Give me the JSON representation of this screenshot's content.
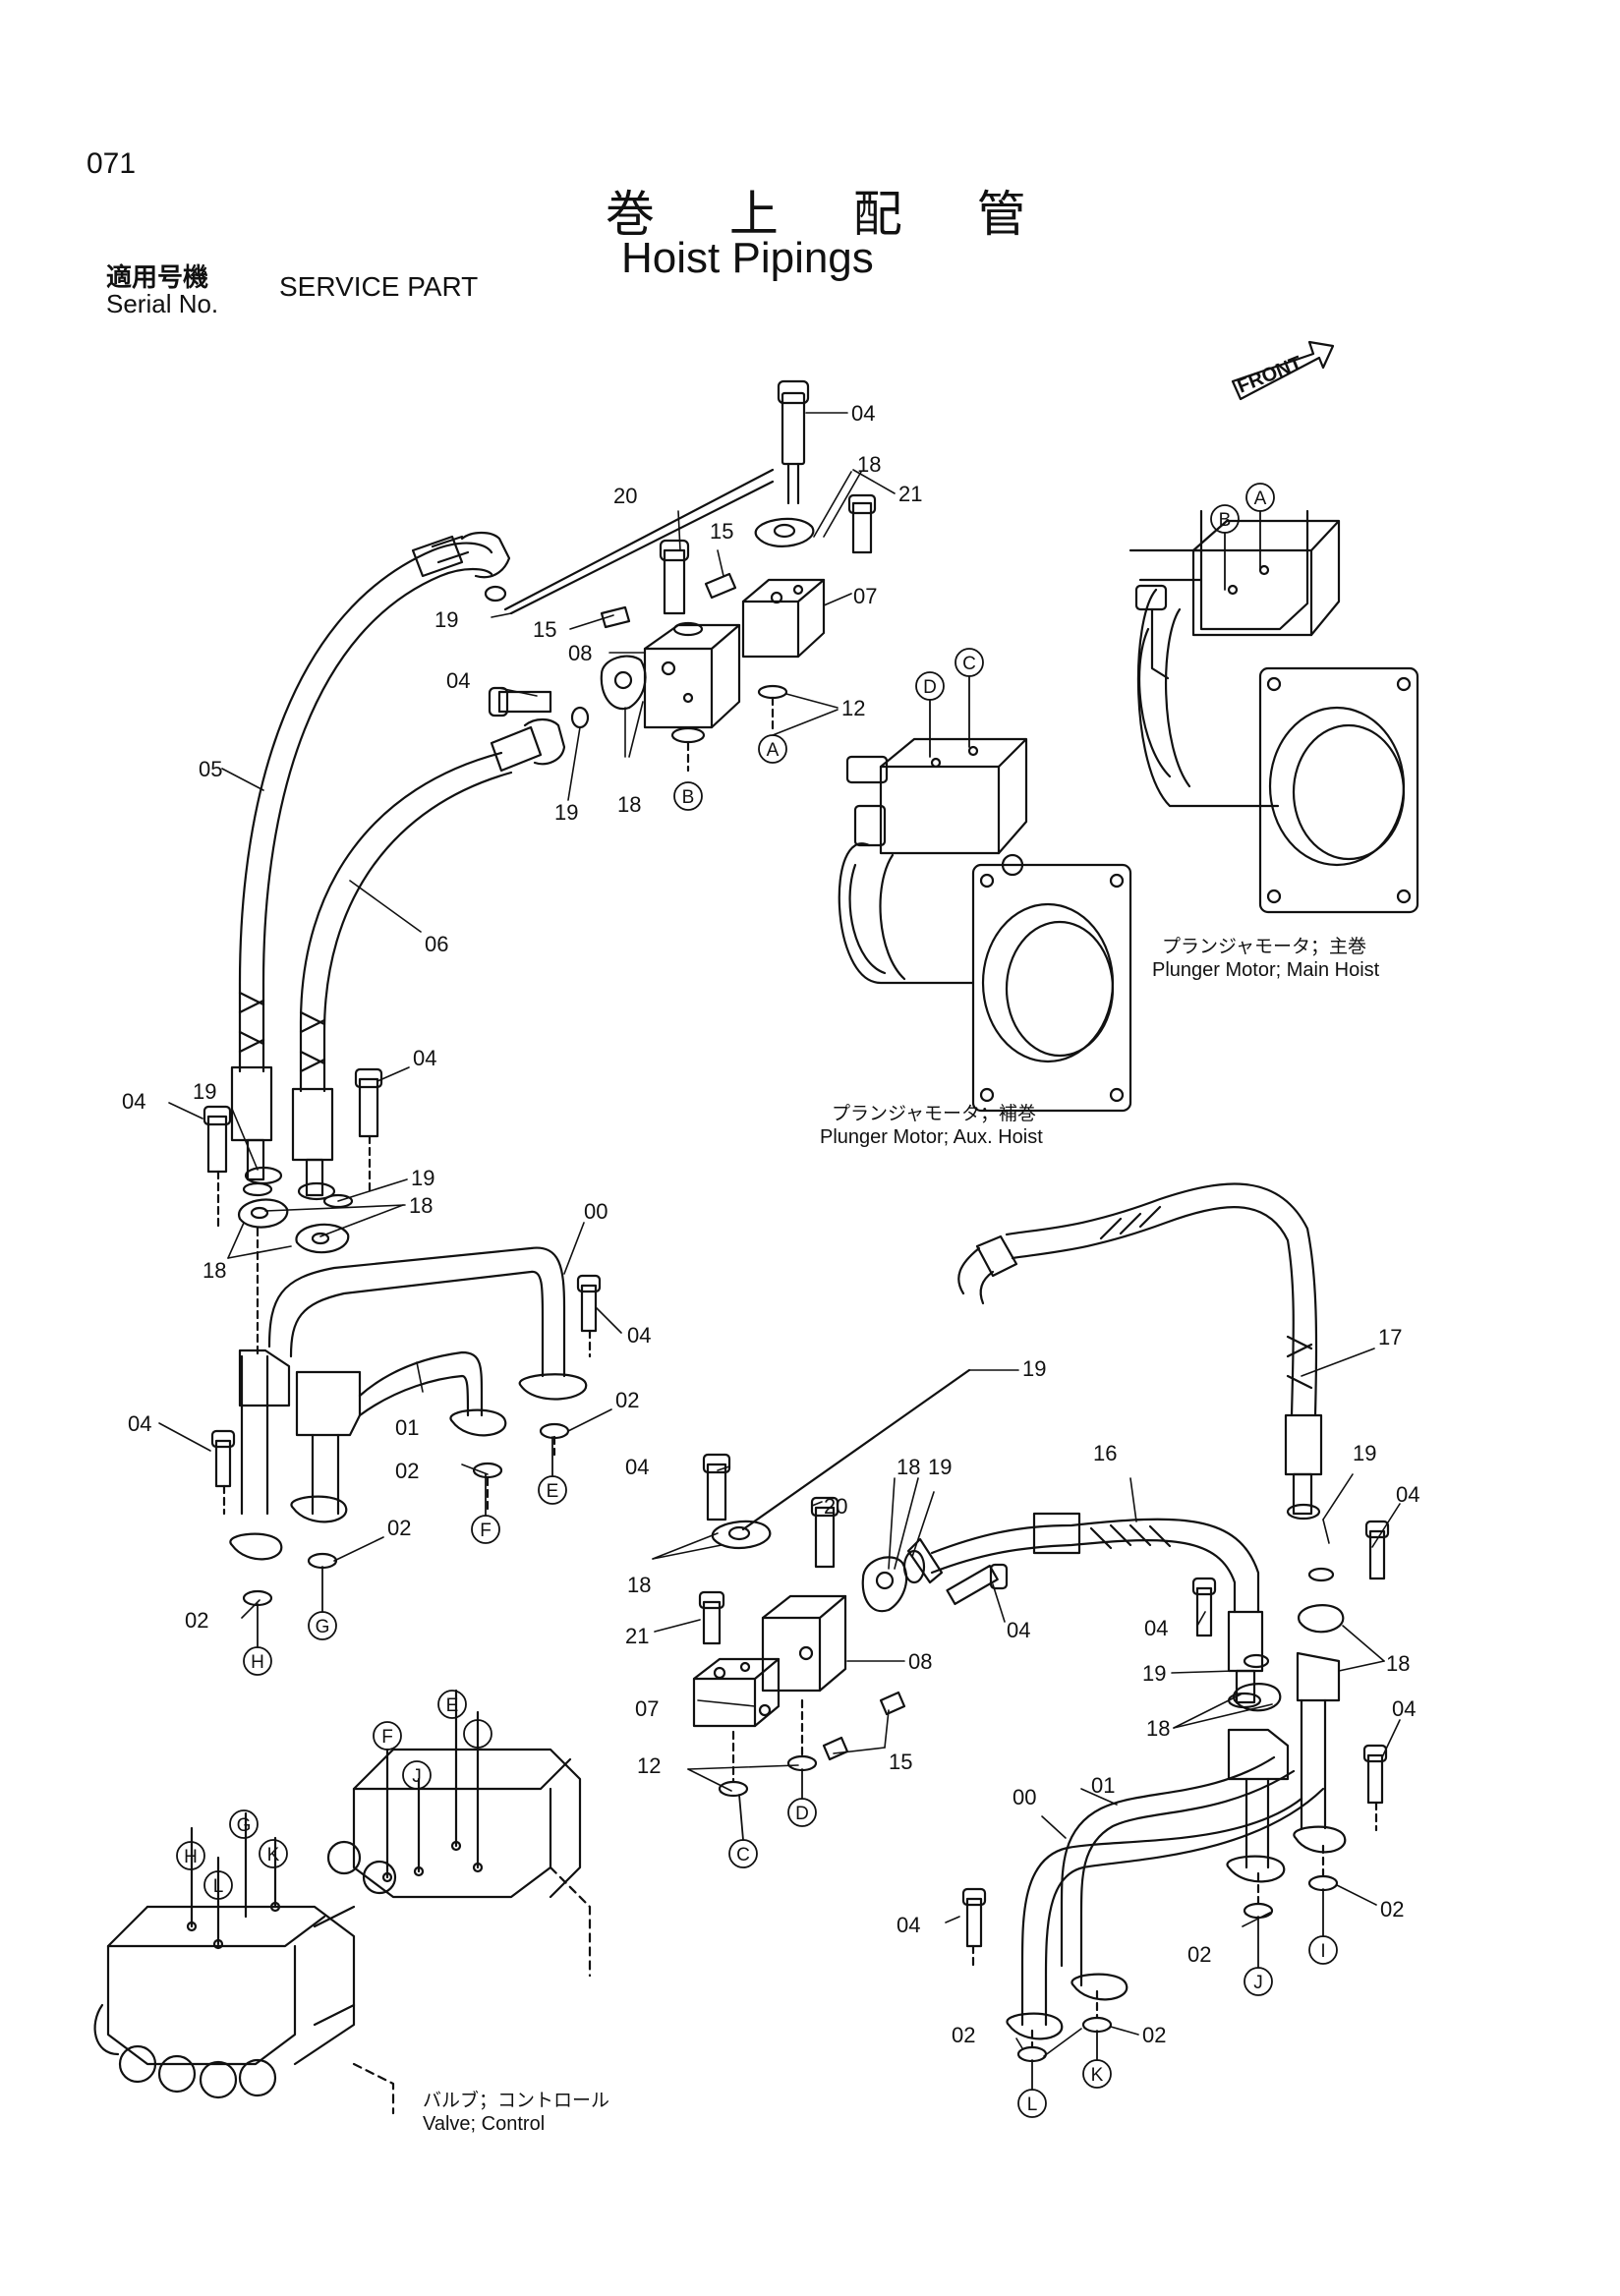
{
  "page_number": "071",
  "title": {
    "japanese": "巻 上 配 管",
    "english": "Hoist Pipings"
  },
  "serial": {
    "japanese": "適用号機",
    "english": "Serial No.",
    "value": "SERVICE PART"
  },
  "front_label": "FRONT",
  "captions": {
    "main_motor_jp": "プランジャモータ；主巻",
    "main_motor_en": "Plunger Motor; Main Hoist",
    "aux_motor_jp": "プランジャモータ；補巻",
    "aux_motor_en": "Plunger Motor; Aux. Hoist",
    "valve_jp": "バルブ；コントロール",
    "valve_en": "Valve; Control"
  },
  "part_labels": [
    {
      "id": "u04a",
      "text": "04"
    },
    {
      "id": "u18a",
      "text": "18"
    },
    {
      "id": "u21a",
      "text": "21"
    },
    {
      "id": "u20a",
      "text": "20"
    },
    {
      "id": "u15a",
      "text": "15"
    },
    {
      "id": "u15b",
      "text": "15"
    },
    {
      "id": "u19a",
      "text": "19"
    },
    {
      "id": "u07a",
      "text": "07"
    },
    {
      "id": "u08a",
      "text": "08"
    },
    {
      "id": "u04b",
      "text": "04"
    },
    {
      "id": "u12a",
      "text": "12"
    },
    {
      "id": "u18b",
      "text": "18"
    },
    {
      "id": "u19b",
      "text": "19"
    },
    {
      "id": "u05",
      "text": "05"
    },
    {
      "id": "u06",
      "text": "06"
    },
    {
      "id": "l04a",
      "text": "04"
    },
    {
      "id": "l19a",
      "text": "19"
    },
    {
      "id": "l04b",
      "text": "04"
    },
    {
      "id": "l19b",
      "text": "19"
    },
    {
      "id": "l18a",
      "text": "18"
    },
    {
      "id": "l00",
      "text": "00"
    },
    {
      "id": "l18b",
      "text": "18"
    },
    {
      "id": "l04c",
      "text": "04"
    },
    {
      "id": "l04d",
      "text": "04"
    },
    {
      "id": "l01",
      "text": "01"
    },
    {
      "id": "l02a",
      "text": "02"
    },
    {
      "id": "l02b",
      "text": "02"
    },
    {
      "id": "l02c",
      "text": "02"
    },
    {
      "id": "l02d",
      "text": "02"
    },
    {
      "id": "r19a",
      "text": "19"
    },
    {
      "id": "r17",
      "text": "17"
    },
    {
      "id": "r16",
      "text": "16"
    },
    {
      "id": "r19b",
      "text": "19"
    },
    {
      "id": "r04a",
      "text": "04"
    },
    {
      "id": "r04b",
      "text": "04"
    },
    {
      "id": "r18a",
      "text": "18"
    },
    {
      "id": "r20",
      "text": "20"
    },
    {
      "id": "r18b",
      "text": "18"
    },
    {
      "id": "r19c",
      "text": "19"
    },
    {
      "id": "r04c",
      "text": "04"
    },
    {
      "id": "r04d",
      "text": "04"
    },
    {
      "id": "r21",
      "text": "21"
    },
    {
      "id": "r08",
      "text": "08"
    },
    {
      "id": "r19d",
      "text": "19"
    },
    {
      "id": "r18c",
      "text": "18"
    },
    {
      "id": "r18d",
      "text": "18"
    },
    {
      "id": "r07",
      "text": "07"
    },
    {
      "id": "r15",
      "text": "15"
    },
    {
      "id": "r04e",
      "text": "04"
    },
    {
      "id": "r12",
      "text": "12"
    },
    {
      "id": "r00",
      "text": "00"
    },
    {
      "id": "r01",
      "text": "01"
    },
    {
      "id": "r04f",
      "text": "04"
    },
    {
      "id": "r02a",
      "text": "02"
    },
    {
      "id": "r02b",
      "text": "02"
    },
    {
      "id": "r02c",
      "text": "02"
    },
    {
      "id": "r02d",
      "text": "02"
    }
  ],
  "port_labels": [
    {
      "id": "pA1",
      "text": "A"
    },
    {
      "id": "pB1",
      "text": "B"
    },
    {
      "id": "pA2",
      "text": "A"
    },
    {
      "id": "pB2",
      "text": "B"
    },
    {
      "id": "pD1",
      "text": "D"
    },
    {
      "id": "pC1",
      "text": "C"
    },
    {
      "id": "pF1",
      "text": "F"
    },
    {
      "id": "pE1",
      "text": "E"
    },
    {
      "id": "pG1",
      "text": "G"
    },
    {
      "id": "pH1",
      "text": "H"
    },
    {
      "id": "pD2",
      "text": "D"
    },
    {
      "id": "pC2",
      "text": "C"
    },
    {
      "id": "pJ1",
      "text": "J"
    },
    {
      "id": "pI1",
      "text": "I"
    },
    {
      "id": "pL1",
      "text": "L"
    },
    {
      "id": "pK1",
      "text": "K"
    },
    {
      "id": "pE2",
      "text": "E"
    },
    {
      "id": "pF2",
      "text": "F"
    },
    {
      "id": "pI2",
      "text": "I"
    },
    {
      "id": "pJ2",
      "text": "J"
    },
    {
      "id": "pG2",
      "text": "G"
    },
    {
      "id": "pH2",
      "text": "H"
    },
    {
      "id": "pK2",
      "text": "K"
    },
    {
      "id": "pL2",
      "text": "L"
    }
  ]
}
